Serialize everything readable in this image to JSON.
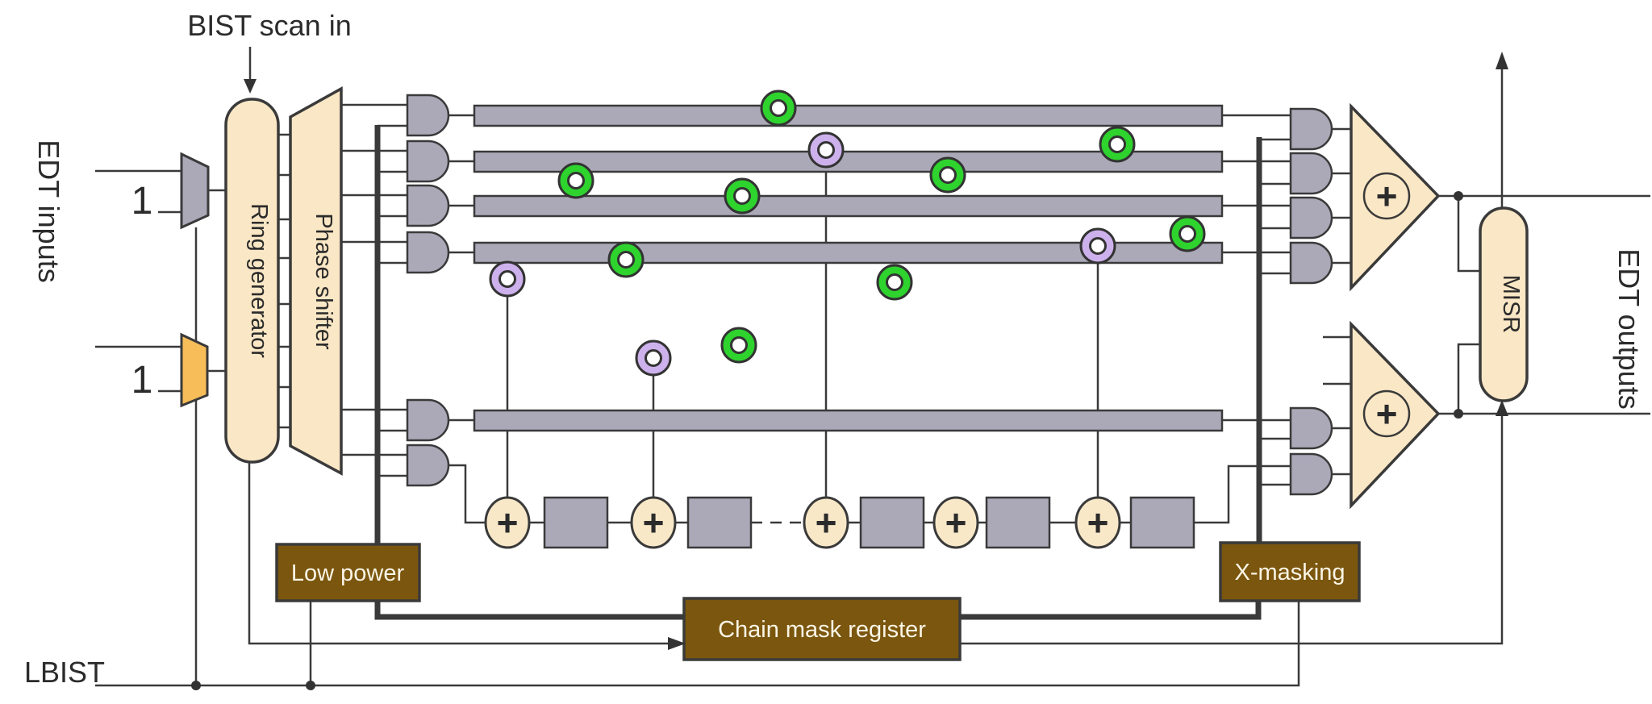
{
  "diagram": {
    "title_note": "EDT / LBIST test-compression architecture diagram",
    "labels": {
      "bist_scan_in": "BIST scan in",
      "edt_inputs": "EDT inputs",
      "edt_outputs": "EDT outputs",
      "lbist": "LBIST",
      "ring_generator": "Ring generator",
      "phase_shifter": "Phase shifter",
      "misr": "MISR",
      "low_power": "Low power",
      "chain_mask_register": "Chain mask register",
      "x_masking": "X-masking",
      "mux1_constant": "1",
      "mux2_constant": "1",
      "xor_plus": "+"
    },
    "colors": {
      "background": "#ffffff",
      "cream_fill": "#fae7c5",
      "gray_fill": "#aba8b8",
      "orange_fill": "#f6bd59",
      "brown_fill": "#7b560e",
      "green_marker": "#2ed32e",
      "purple_marker": "#cdb1ec",
      "line": "#3a3a3a",
      "box_text": "#faf5e6"
    },
    "structure": {
      "scan_chain_bars": 5,
      "left_and_gates": 6,
      "right_and_gates": 6,
      "xor_compactors": 2,
      "chain_xor_nodes": 5,
      "chain_registers": 5,
      "green_markers": 9,
      "purple_markers": 4,
      "input_muxes": 2
    }
  }
}
